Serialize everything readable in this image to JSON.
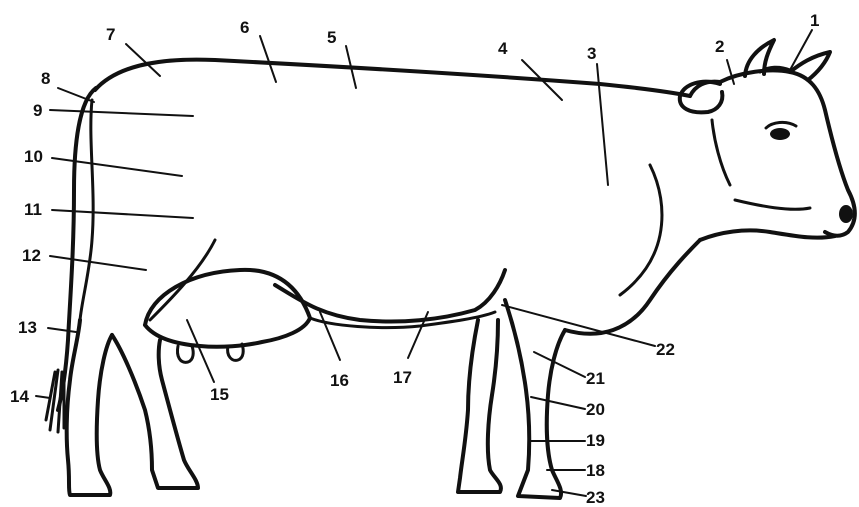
{
  "diagram": {
    "labels": [
      {
        "id": "1",
        "text": "1"
      },
      {
        "id": "2",
        "text": "2"
      },
      {
        "id": "3",
        "text": "3"
      },
      {
        "id": "4",
        "text": "4"
      },
      {
        "id": "5",
        "text": "5"
      },
      {
        "id": "6",
        "text": "6"
      },
      {
        "id": "7",
        "text": "7"
      },
      {
        "id": "8",
        "text": "8"
      },
      {
        "id": "9",
        "text": "9"
      },
      {
        "id": "10",
        "text": "10"
      },
      {
        "id": "11",
        "text": "11"
      },
      {
        "id": "12",
        "text": "12"
      },
      {
        "id": "13",
        "text": "13"
      },
      {
        "id": "14",
        "text": "14"
      },
      {
        "id": "15",
        "text": "15"
      },
      {
        "id": "16",
        "text": "16"
      },
      {
        "id": "17",
        "text": "17"
      },
      {
        "id": "18",
        "text": "18"
      },
      {
        "id": "19",
        "text": "19"
      },
      {
        "id": "20",
        "text": "20"
      },
      {
        "id": "21",
        "text": "21"
      },
      {
        "id": "22",
        "text": "22"
      },
      {
        "id": "23",
        "text": "23"
      }
    ]
  }
}
